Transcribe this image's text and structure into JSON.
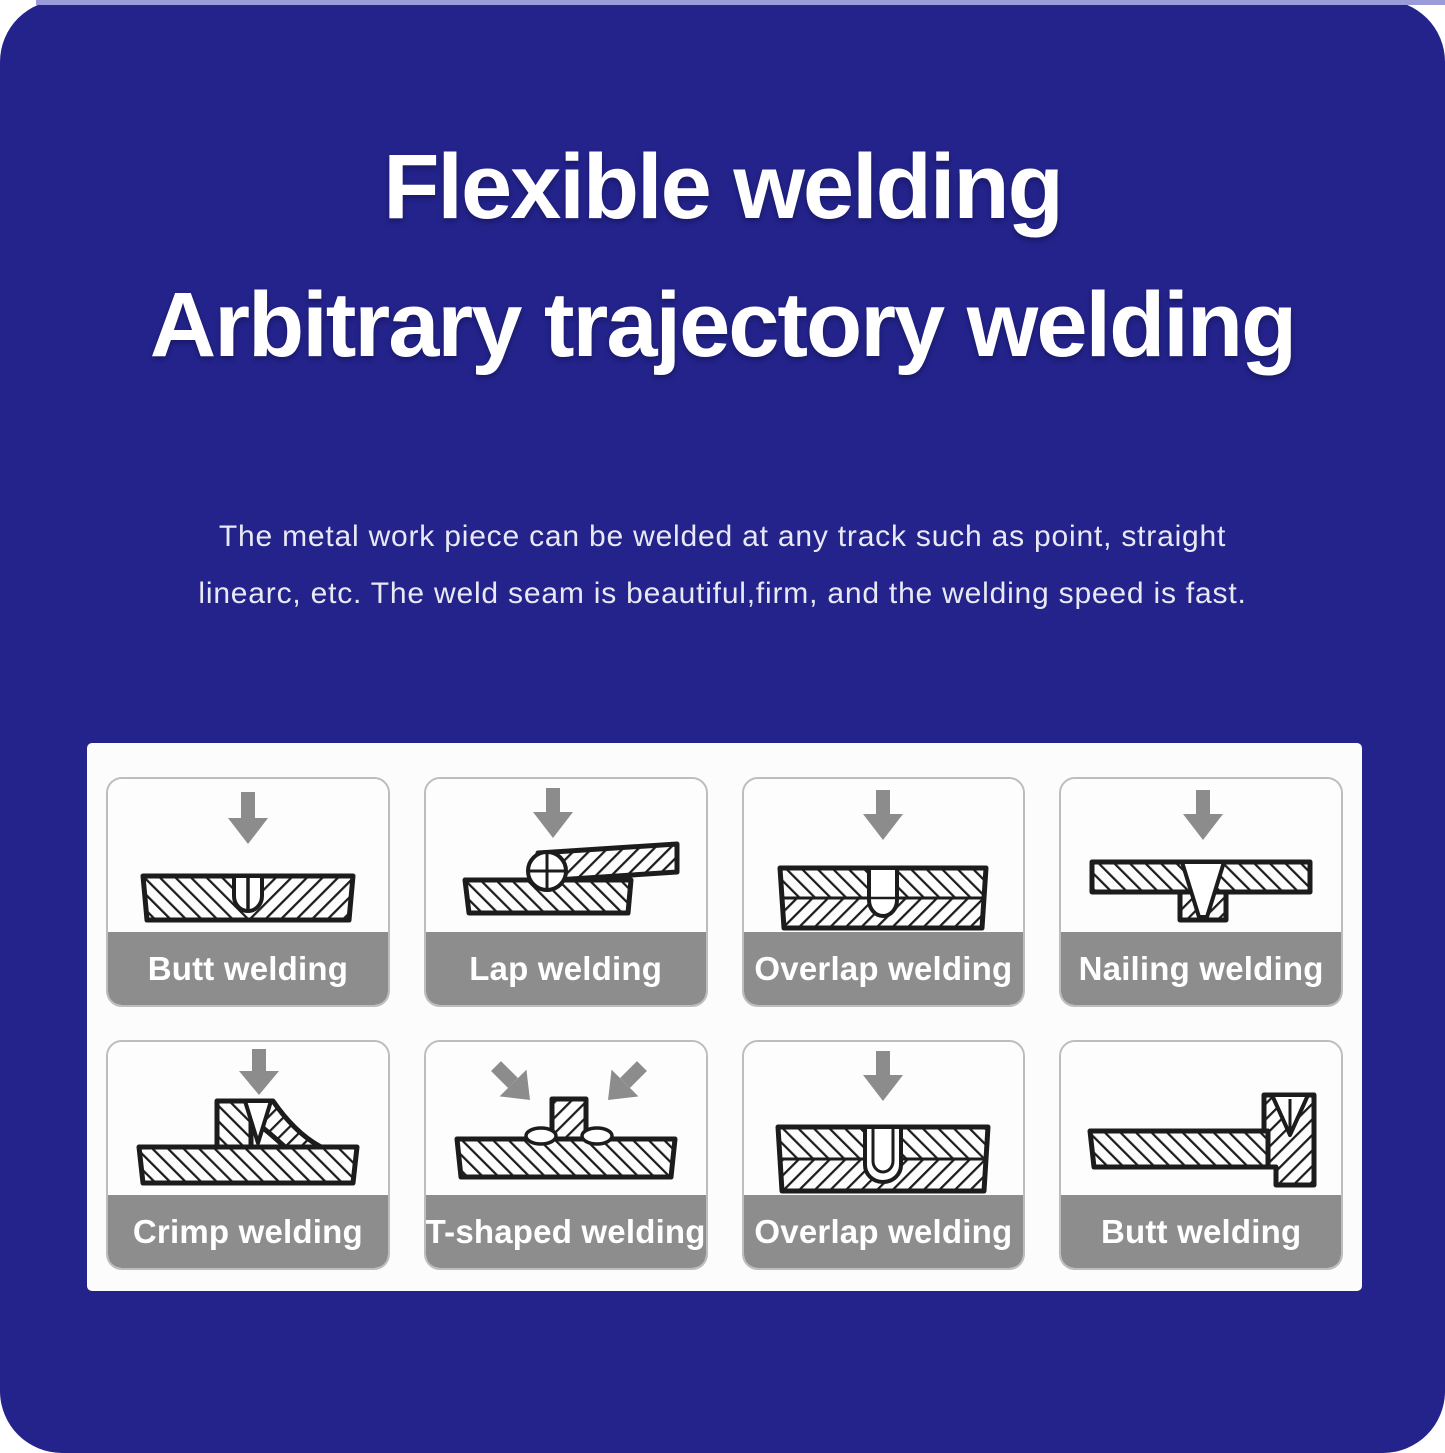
{
  "banner": {
    "title_line1": "Flexible welding",
    "title_line2": "Arbitrary trajectory welding",
    "description_line1": "The metal work piece can be welded at any track such as point, straight",
    "description_line2": "linearc, etc. The weld seam is beautiful,firm, and the welding speed is fast.",
    "colors": {
      "background_blue": "#23238b",
      "top_strip": "#9b9bda",
      "panel_white": "#fcfcfc",
      "label_gray": "#8d8d8d",
      "arrow_gray": "#8c8c8c",
      "line_black": "#1c1c1c"
    }
  },
  "cards": [
    {
      "label": "Butt welding",
      "icon": "butt-weld-diagram"
    },
    {
      "label": "Lap welding",
      "icon": "lap-weld-diagram"
    },
    {
      "label": "Overlap welding",
      "icon": "overlap-weld-diagram"
    },
    {
      "label": "Nailing welding",
      "icon": "nailing-weld-diagram"
    },
    {
      "label": "Crimp welding",
      "icon": "crimp-weld-diagram"
    },
    {
      "label": "T-shaped welding",
      "icon": "t-shaped-weld-diagram"
    },
    {
      "label": "Overlap welding",
      "icon": "overlap-weld-deep-diagram"
    },
    {
      "label": "Butt welding",
      "icon": "corner-butt-weld-diagram"
    }
  ]
}
